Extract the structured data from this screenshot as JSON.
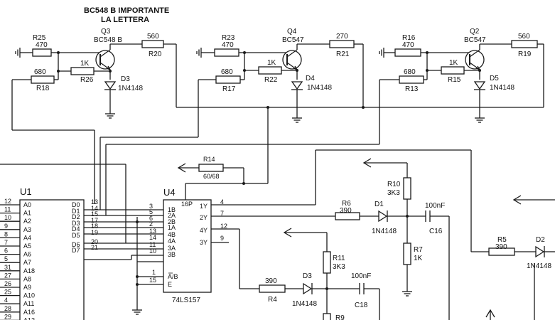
{
  "note": {
    "line1": "BC548 B IMPORTANTE",
    "line2": "LA LETTERA"
  },
  "stages": [
    {
      "transistor": {
        "ref": "Q3",
        "type": "BC548 B"
      },
      "r_base_gnd": {
        "ref": "R25",
        "value": "470"
      },
      "r_collector": {
        "ref": "R20",
        "value": "560"
      },
      "r_bias": {
        "ref": "R26",
        "value": "1K"
      },
      "r_input": {
        "ref": "R18",
        "value": "680"
      },
      "diode": {
        "ref": "D3",
        "type": "1N4148"
      }
    },
    {
      "transistor": {
        "ref": "Q4",
        "type": "BC547"
      },
      "r_base_gnd": {
        "ref": "R23",
        "value": "470"
      },
      "r_collector": {
        "ref": "R21",
        "value": "270"
      },
      "r_bias": {
        "ref": "R22",
        "value": "1K"
      },
      "r_input": {
        "ref": "R17",
        "value": "680"
      },
      "diode": {
        "ref": "D4",
        "type": "1N4148"
      }
    },
    {
      "transistor": {
        "ref": "Q2",
        "type": "BC547"
      },
      "r_base_gnd": {
        "ref": "R16",
        "value": "470"
      },
      "r_collector": {
        "ref": "R19",
        "value": "560"
      },
      "r_bias": {
        "ref": "R15",
        "value": "1K"
      },
      "r_input": {
        "ref": "R13",
        "value": "680"
      },
      "diode": {
        "ref": "D5",
        "type": "1N4148"
      }
    }
  ],
  "u1": {
    "ref": "U1",
    "address_pins": [
      {
        "num": "12",
        "name": "A0"
      },
      {
        "num": "11",
        "name": "A1"
      },
      {
        "num": "10",
        "name": "A2"
      },
      {
        "num": "9",
        "name": "A3"
      },
      {
        "num": "8",
        "name": "A4"
      },
      {
        "num": "7",
        "name": "A5"
      },
      {
        "num": "6",
        "name": "A6"
      },
      {
        "num": "5",
        "name": "A7"
      },
      {
        "num": "31",
        "name": "A18"
      },
      {
        "num": "27",
        "name": "A8"
      },
      {
        "num": "26",
        "name": "A9"
      },
      {
        "num": "25",
        "name": "A10"
      },
      {
        "num": "4",
        "name": "A11"
      },
      {
        "num": "28",
        "name": "A16"
      },
      {
        "num": "29",
        "name": "A12"
      }
    ],
    "data_pins": [
      {
        "name": "D0",
        "num": "13"
      },
      {
        "name": "D1",
        "num": "14"
      },
      {
        "name": "D2",
        "num": "15"
      },
      {
        "name": "D3",
        "num": "17"
      },
      {
        "name": "D4",
        "num": "18"
      },
      {
        "name": "D5",
        "num": "19"
      },
      {
        "name": "D6",
        "num": "20"
      },
      {
        "name": "D7",
        "num": "21"
      }
    ]
  },
  "u4": {
    "ref": "U4",
    "label": "16P",
    "part": "74LS157",
    "inputs": [
      {
        "num": "3",
        "name": "1B"
      },
      {
        "num": "5",
        "name": "2A"
      },
      {
        "num": "6",
        "name": "2B"
      },
      {
        "num": "2",
        "name": "1A"
      },
      {
        "num": "13",
        "name": "4B"
      },
      {
        "num": "14",
        "name": "4A"
      },
      {
        "num": "11",
        "name": "3A"
      },
      {
        "num": "10",
        "name": "3B"
      }
    ],
    "select": {
      "num": "1",
      "name": "A/B"
    },
    "enable": {
      "num": "15",
      "name": "E"
    },
    "outputs": [
      {
        "name": "1Y",
        "num": "4"
      },
      {
        "name": "2Y",
        "num": "7"
      },
      {
        "name": "4Y",
        "num": "12"
      },
      {
        "name": "3Y",
        "num": "9"
      }
    ]
  },
  "r14": {
    "ref": "R14",
    "value": "60/68"
  },
  "path_2y": {
    "r6": {
      "ref": "R6",
      "value": "390"
    },
    "d1": {
      "ref": "D1",
      "type": "1N4148"
    },
    "r10": {
      "ref": "R10",
      "value": "3K3"
    },
    "r7": {
      "ref": "R7",
      "value": "1K"
    },
    "c16": {
      "ref": "C16",
      "value": "100nF"
    }
  },
  "path_4y": {
    "r4": {
      "ref": "R4",
      "value": "390"
    },
    "d3": {
      "ref": "D3",
      "type": "1N4148"
    },
    "r11": {
      "ref": "R11",
      "value": "3K3"
    },
    "c18": {
      "ref": "C18",
      "value": "100nF"
    },
    "r9": {
      "ref": "R9"
    }
  },
  "path_right": {
    "r5": {
      "ref": "R5",
      "value": "390"
    },
    "d2": {
      "ref": "D2",
      "type": "1N4148"
    }
  }
}
